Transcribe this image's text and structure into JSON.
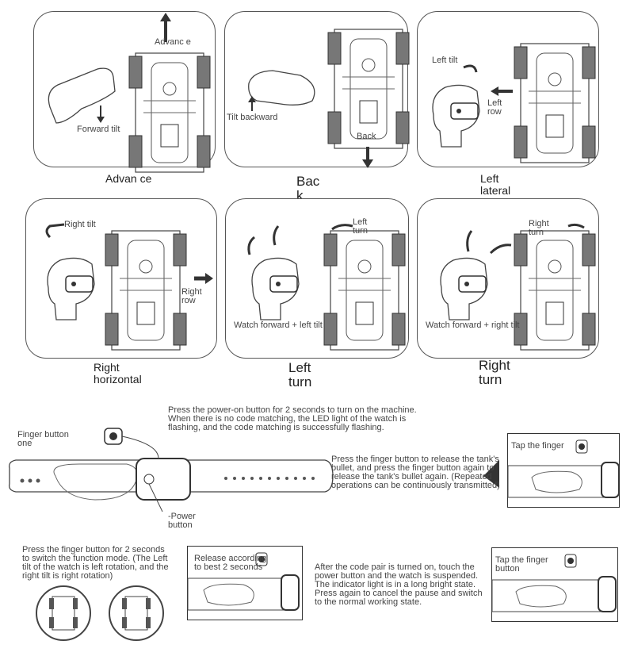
{
  "panels": [
    {
      "caption": "Advan ce",
      "labels": [
        "Advanc e",
        "Forward tilt"
      ]
    },
    {
      "caption": "Bac k",
      "labels": [
        "Tilt backward",
        "Back"
      ]
    },
    {
      "caption": "Left lateral",
      "labels": [
        "Left tilt",
        "Left row"
      ]
    },
    {
      "caption": "Right horizontal",
      "labels": [
        "Right tilt",
        "Right row"
      ]
    },
    {
      "caption": "Left turn",
      "labels": [
        "Left turn",
        "Watch forward + left tilt"
      ]
    },
    {
      "caption": "Right turn",
      "labels": [
        "Right turn",
        "Watch forward + right tilt"
      ]
    }
  ],
  "instructions": {
    "power_on": "Press the power-on button for 2 seconds to turn on the machine. When there is no code matching, the LED light of the watch is flashing, and the code matching is successfully flashing.",
    "finger_button_label": "Finger button one",
    "power_button_label": "-Power button",
    "release_bullet": "Press the finger button to release the tank's bullet, and press the finger button again to release the tank's bullet again. (Repeated operations can be continuously transmitted)",
    "tap_finger_1": "Tap the finger",
    "switch_mode": "Press the finger button for 2 seconds to switch the function mode. (The Left tilt of the watch is left rotation, and the right tilt is right rotation)",
    "release_best": "Release according to best 2 seconds",
    "code_pair": "After the code pair is turned on, touch the power button and the watch is suspended. The indicator light is in a long bright state. Press again to cancel the pause and switch to the normal working state.",
    "tap_finger_2": "Tap the finger button"
  }
}
